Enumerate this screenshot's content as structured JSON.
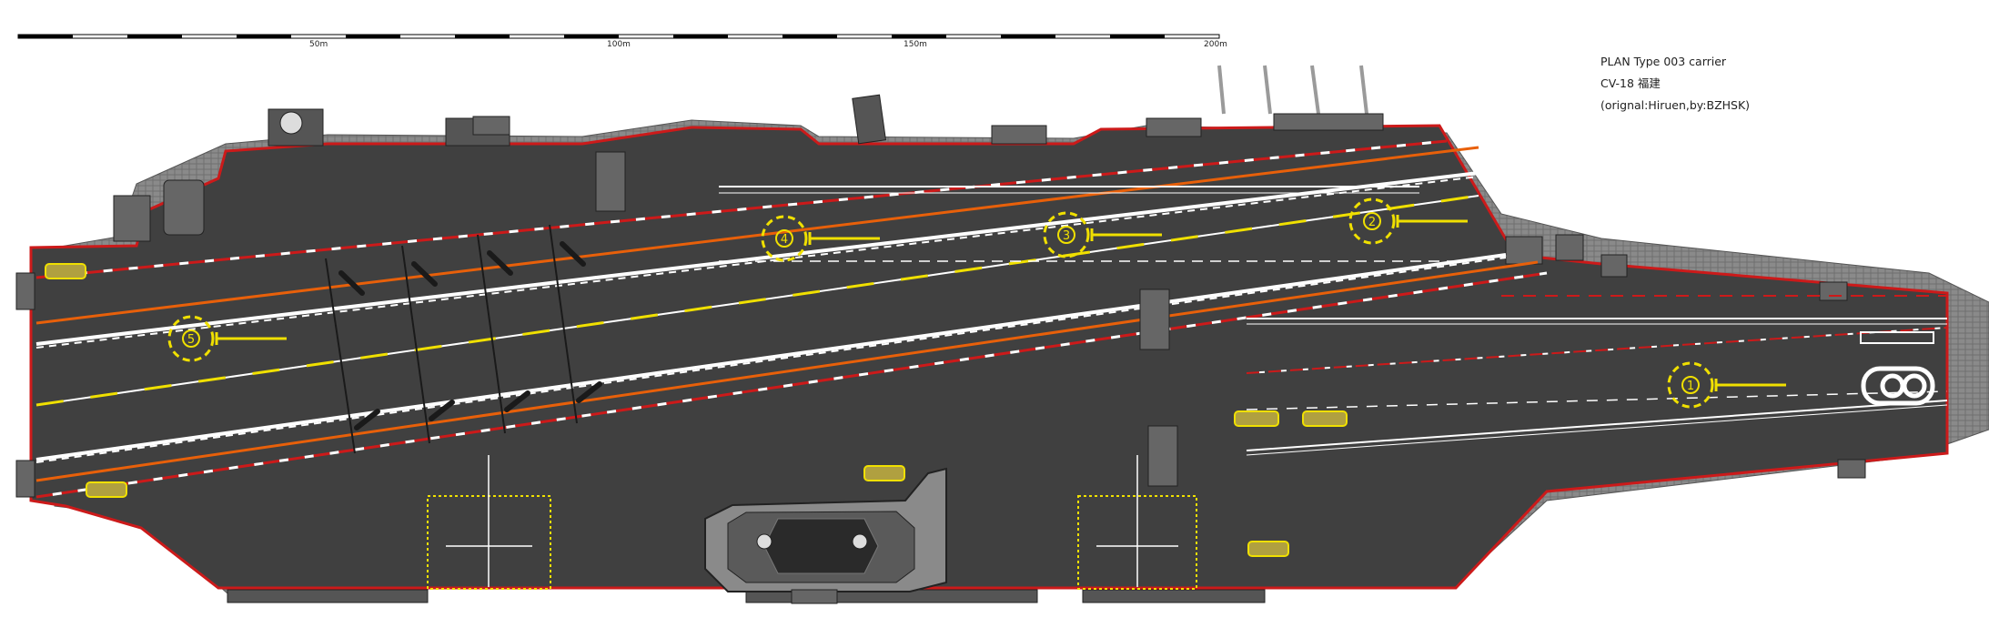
{
  "scale_bar": {
    "labels": [
      "50m",
      "100m",
      "150m",
      "200m"
    ]
  },
  "info": {
    "line1": "PLAN  Type 003 carrier",
    "line2": "CV-18  福建",
    "line3": "(orignal:Hiruen,by:BZHSK)"
  },
  "deck": {
    "spot_labels": [
      "5",
      "4",
      "3",
      "2",
      "1"
    ]
  },
  "colors": {
    "deck": "#404040",
    "deck_edge": "#2a2a2a",
    "hull_outline": "#cc1a1a",
    "landing_line": "#e8600a",
    "marking_yellow": "#f0e000",
    "marking_white": "#ffffff"
  }
}
